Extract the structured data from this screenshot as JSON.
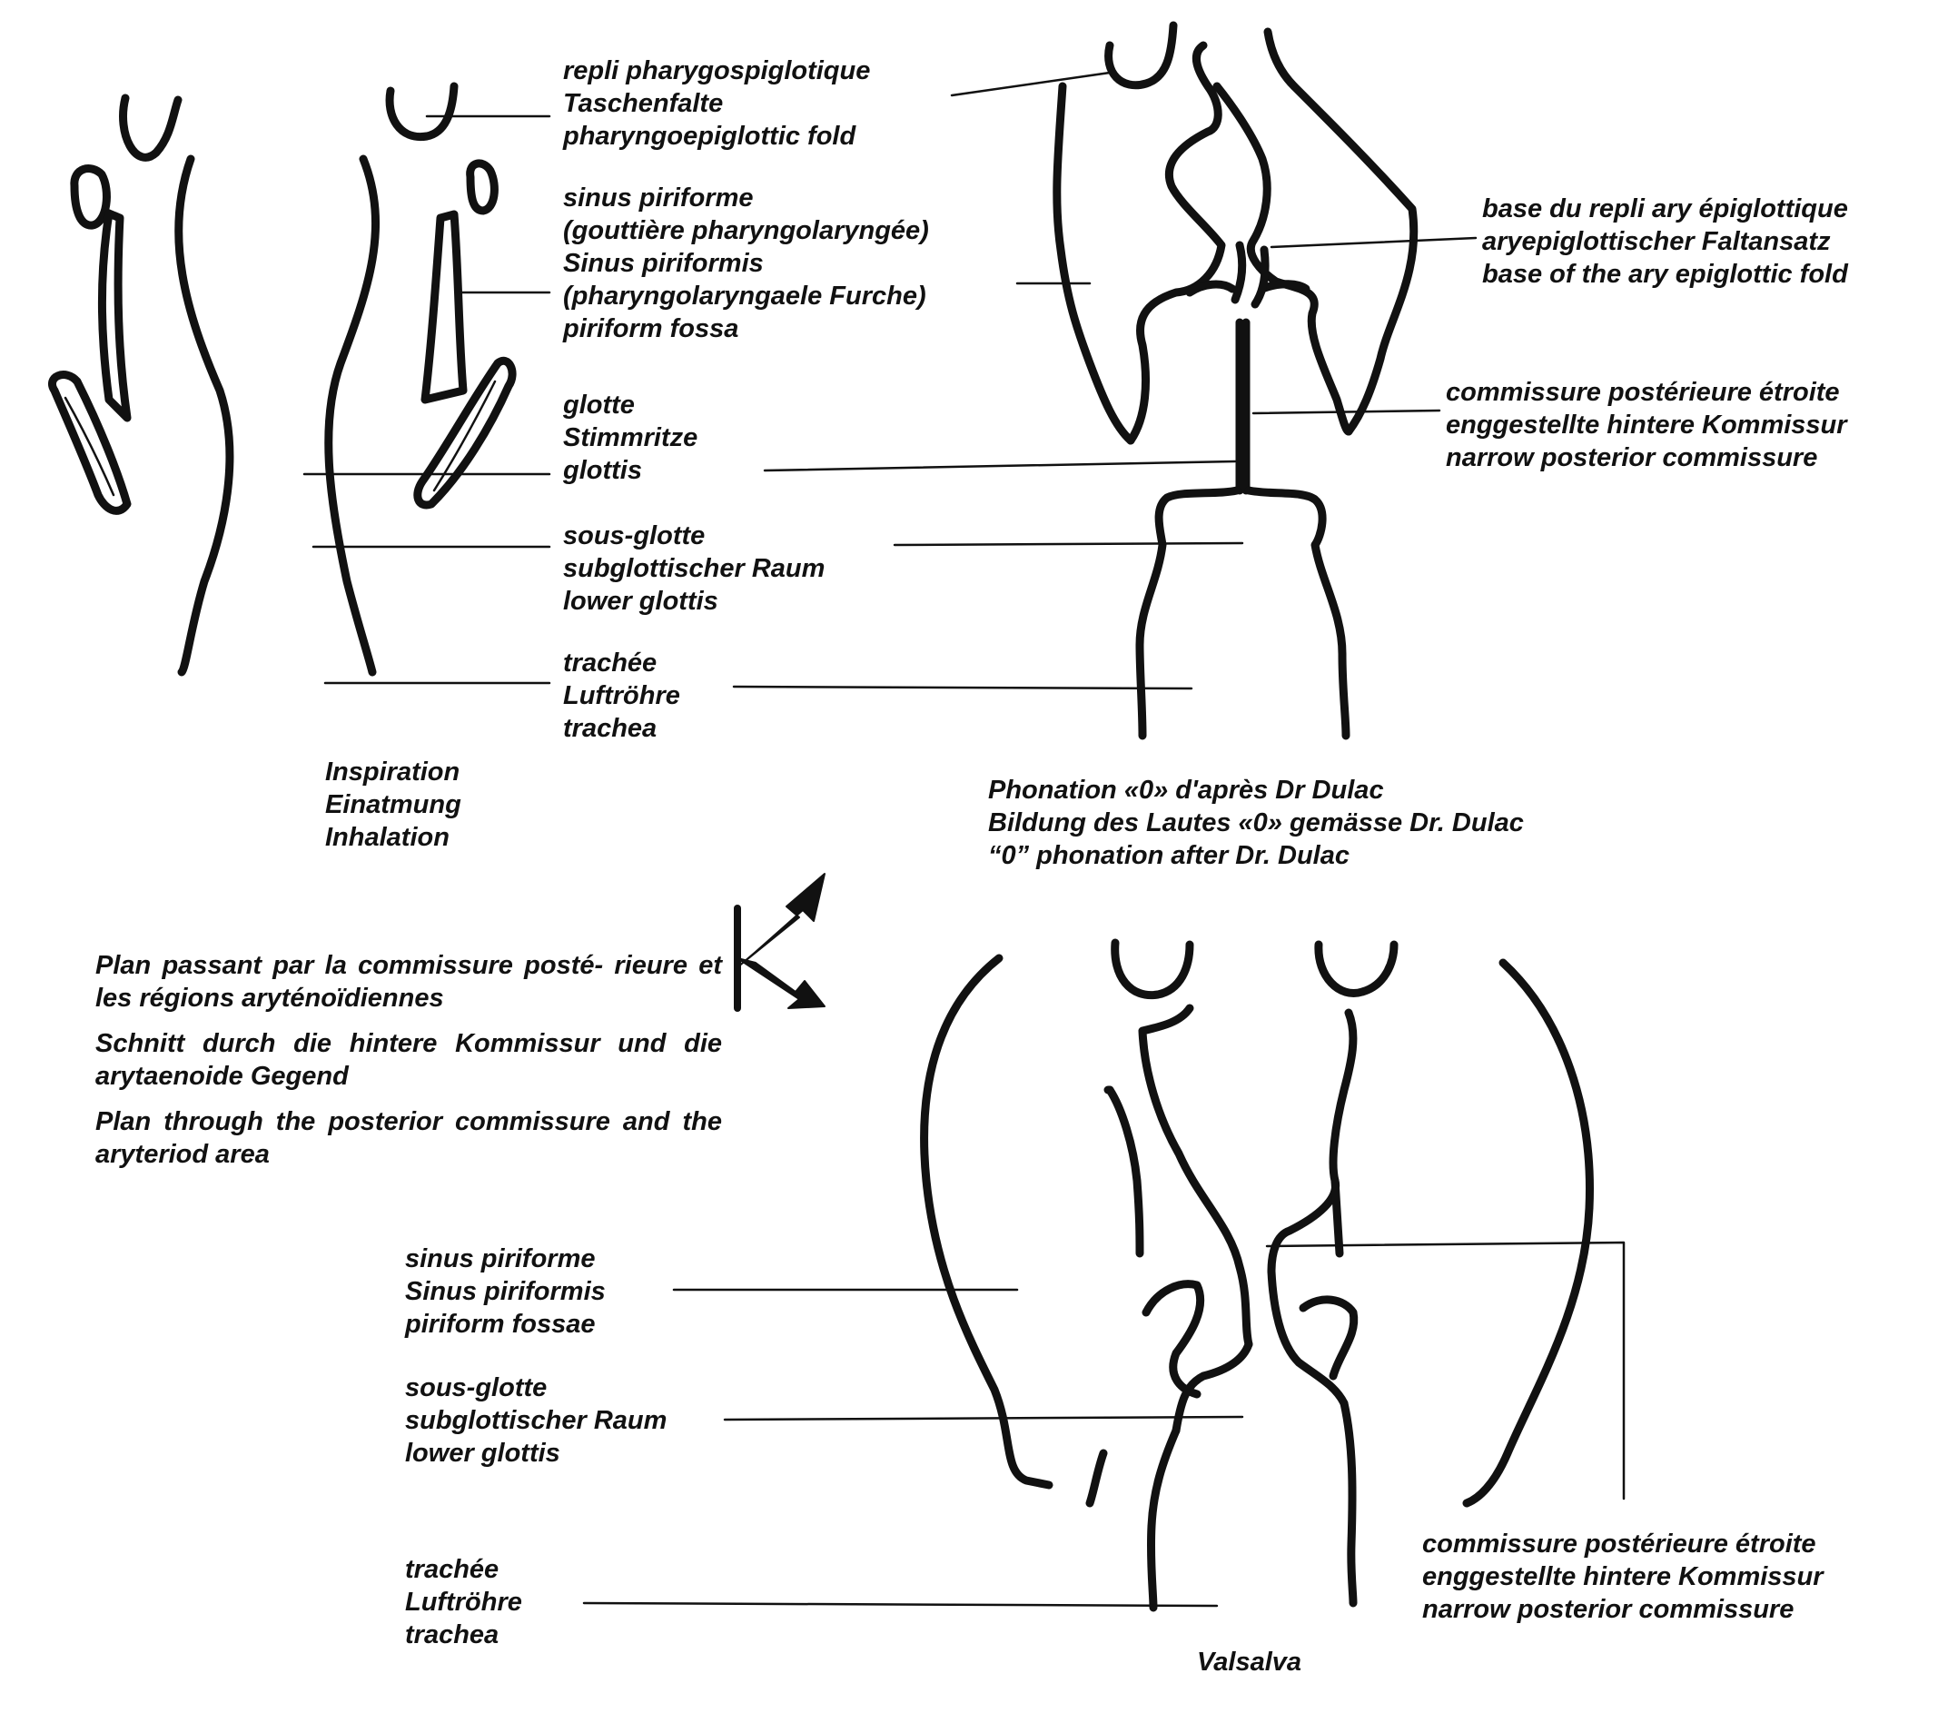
{
  "figure": {
    "inspiration_caption": [
      "Inspiration",
      "Einatmung",
      "Inhalation"
    ],
    "phonation_caption": [
      "Phonation «0» d'après Dr Dulac",
      "Bildung des Lautes «0» gemässe Dr. Dulac",
      "“0” phonation after Dr. Dulac"
    ],
    "valsalva_caption": "Valsalva",
    "plan_text": {
      "fr": "Plan passant par la commissure posté- rieure et les régions aryténoïdiennes",
      "de": "Schnitt durch die hintere Kommissur und die arytaenoide Gegend",
      "en": "Plan through the posterior commissure and the aryteriod area"
    },
    "labels": {
      "pharyngoepiglottic": [
        "repli pharygospiglotique",
        "Taschenfalte",
        "pharyngoepiglottic fold"
      ],
      "piriform_top": [
        "sinus piriforme",
        "(gouttière pharyngolaryngée)",
        "Sinus piriformis",
        "(pharyngolaryngaele Furche)",
        "piriform fossa"
      ],
      "glottis": [
        "glotte",
        "Stimmritze",
        "glottis"
      ],
      "lower_glottis_top": [
        "sous-glotte",
        "subglottischer Raum",
        "lower glottis"
      ],
      "trachea_top": [
        "trachée",
        "Luftröhre",
        "trachea"
      ],
      "aryepiglottic": [
        "base du repli ary épiglottique",
        "aryepiglottischer Faltansatz",
        "base of the ary epiglottic fold"
      ],
      "commissure_top": [
        "commissure postérieure étroite",
        "enggestellte hintere Kommissur",
        "narrow posterior commissure"
      ],
      "piriform_bottom": [
        "sinus piriforme",
        "Sinus piriformis",
        "piriform fossae"
      ],
      "lower_glottis_bottom": [
        "sous-glotte",
        "subglottischer Raum",
        "lower glottis"
      ],
      "trachea_bottom": [
        "trachée",
        "Luftröhre",
        "trachea"
      ],
      "commissure_bottom": [
        "commissure postérieure étroite",
        "enggestellte hintere Kommissur",
        "narrow posterior commissure"
      ]
    }
  }
}
